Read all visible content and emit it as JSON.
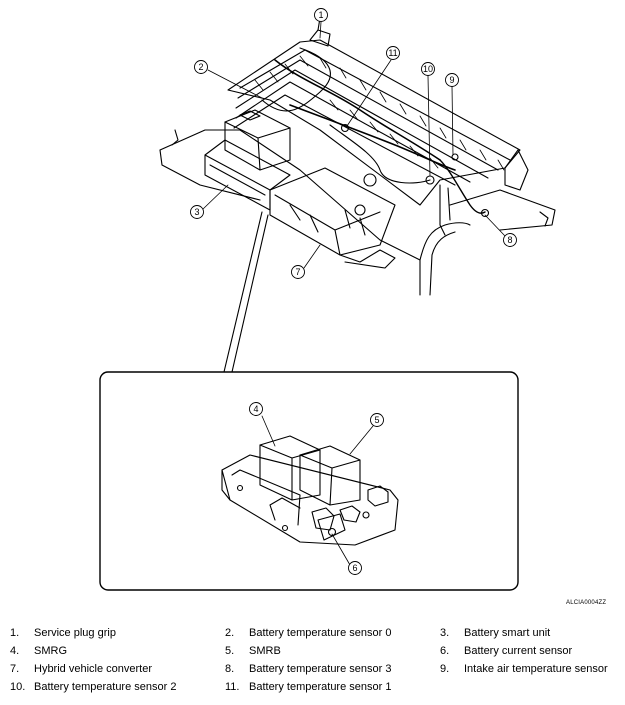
{
  "figure": {
    "callouts": [
      "1",
      "2",
      "3",
      "4",
      "5",
      "6",
      "7",
      "8",
      "9",
      "10",
      "11"
    ],
    "reference_code": "ALCIA0004ZZ"
  },
  "legend": {
    "rows": [
      [
        {
          "num": "1.",
          "label": "Service plug grip"
        },
        {
          "num": "2.",
          "label": "Battery temperature sensor 0"
        },
        {
          "num": "3.",
          "label": "Battery smart unit"
        }
      ],
      [
        {
          "num": "4.",
          "label": "SMRG"
        },
        {
          "num": "5.",
          "label": "SMRB"
        },
        {
          "num": "6.",
          "label": "Battery current sensor"
        }
      ],
      [
        {
          "num": "7.",
          "label": "Hybrid vehicle converter"
        },
        {
          "num": "8.",
          "label": "Battery temperature sensor 3"
        },
        {
          "num": "9.",
          "label": "Intake air temperature sensor"
        }
      ],
      [
        {
          "num": "10.",
          "label": "Battery temperature sensor 2"
        },
        {
          "num": "11.",
          "label": "Battery temperature sensor 1"
        },
        {
          "num": "",
          "label": ""
        }
      ]
    ]
  }
}
